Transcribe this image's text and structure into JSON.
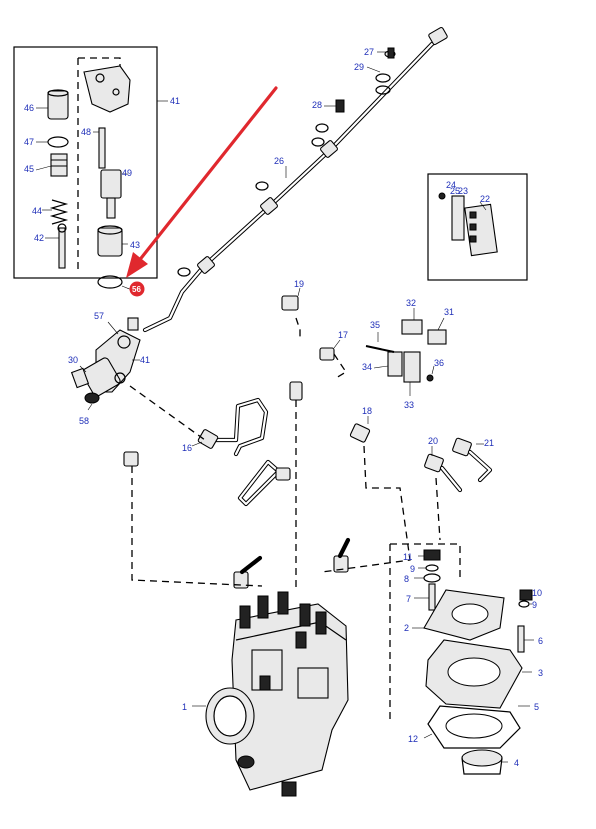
{
  "highlight_color": "#e0282e",
  "callout_color": "#1f2fb8",
  "labels": {
    "l1": "1",
    "l2": "2",
    "l3": "3",
    "l4": "4",
    "l5": "5",
    "l6": "6",
    "l7": "7",
    "l8": "8",
    "l9a": "9",
    "l9b": "9",
    "l10": "10",
    "l11": "11",
    "l12": "12",
    "l16": "16",
    "l17": "17",
    "l18": "18",
    "l19": "19",
    "l20": "20",
    "l21": "21",
    "l22": "22",
    "l23": "23",
    "l24": "24",
    "l25": "25",
    "l26": "26",
    "l27": "27",
    "l28": "28",
    "l29": "29",
    "l30": "30",
    "l31": "31",
    "l32": "32",
    "l33": "33",
    "l34": "34",
    "l35": "35",
    "l36": "36",
    "l41a": "41",
    "l41b": "41",
    "l42": "42",
    "l43": "43",
    "l44": "44",
    "l45": "45",
    "l46": "46",
    "l47": "47",
    "l48": "48",
    "l49": "49",
    "l56": "56",
    "l57": "57",
    "l58": "58"
  }
}
